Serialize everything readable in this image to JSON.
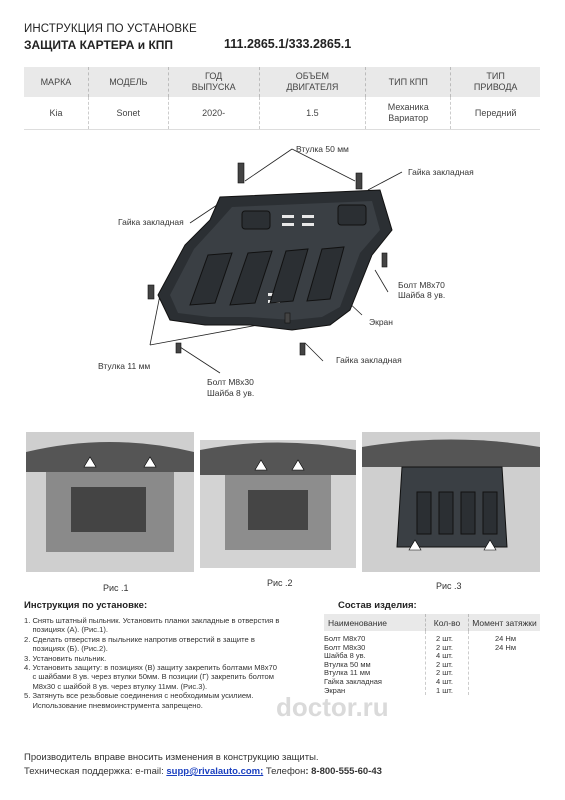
{
  "header": {
    "title_line1": "ИНСТРУКЦИЯ ПО УСТАНОВКЕ",
    "title_line2": "ЗАЩИТА КАРТЕРА и КПП",
    "part_number": "111.2865.1/333.2865.1"
  },
  "spec_table": {
    "headers": [
      "МАРКА",
      "МОДЕЛЬ",
      "ГОД ВЫПУСКА",
      "ОБЪЕМ ДВИГАТЕЛЯ",
      "ТИП КПП",
      "ТИП ПРИВОДА"
    ],
    "header_lines": [
      [
        "МАРКА"
      ],
      [
        "МОДЕЛЬ"
      ],
      [
        "ГОД",
        "ВЫПУСКА"
      ],
      [
        "ОБЪЕМ",
        "ДВИГАТЕЛЯ"
      ],
      [
        "ТИП КПП"
      ],
      [
        "ТИП",
        "ПРИВОДА"
      ]
    ],
    "row": [
      "Kia",
      "Sonet",
      "2020-",
      "1.5",
      "Механика Вариатор",
      "Передний"
    ],
    "row_lines": [
      [
        "Kia"
      ],
      [
        "Sonet"
      ],
      [
        "2020-"
      ],
      [
        "1.5"
      ],
      [
        "Механика",
        "Вариатор"
      ],
      [
        "Передний"
      ]
    ]
  },
  "diagram": {
    "callouts": {
      "vtulka50": "Втулка 50 мм",
      "gayka_top_right": "Гайка закладная",
      "gayka_left": "Гайка закладная",
      "bolt_m8x70": "Болт М8х70",
      "shayba_right": "Шайба 8 ув.",
      "ekran": "Экран",
      "vtulka11": "Втулка 11 мм",
      "gayka_bottom": "Гайка закладная",
      "bolt_m8x30": "Болт М8х30",
      "shayba_bottom": "Шайба 8 ув."
    }
  },
  "figures": {
    "fig1": "Рис .1",
    "fig2": "Рис .2",
    "fig3": "Рис .3"
  },
  "instructions": {
    "title": "Инструкция по установке:",
    "lines": [
      "1. Снять штатный пыльник. Установить планки закладные в отверстия в",
      "    позициях (А). (Рис.1).",
      "2. Сделать отверстия в пыльнике напротив отверстий в защите в",
      "    позициях (Б). (Рис.2).",
      "3. Установить пыльник.",
      "4. Установить защиту: в позициях (В) защиту закрепить болтами М8х70",
      "    с шайбами 8 ув. через втулки 50мм. В позиции (Г) закрепить болтом",
      "    М8х30 с шайбой 8 ув. через втулку 11мм. (Рис.3).",
      "5. Затянуть все резьбовые соединения с необходимым усилием.",
      "    Использование пневмоинструмента запрещено."
    ]
  },
  "parts": {
    "title": "Состав изделия:",
    "headers": [
      "Наименование",
      "Кол-во",
      "Момент затяжки"
    ],
    "names": [
      "Болт М8х70",
      "Болт М8х30",
      "Шайба 8 ув.",
      "Втулка 50 мм",
      "Втулка 11 мм",
      "Гайка закладная",
      "Экран"
    ],
    "qty": [
      "2 шт.",
      "2 шт.",
      "4 шт.",
      "2 шт.",
      "2 шт.",
      "4 шт.",
      "1 шт."
    ],
    "torque": [
      "24 Нм",
      "24 Нм",
      "",
      "",
      "",
      "",
      ""
    ]
  },
  "footer": {
    "line1": "Производитель вправе вносить изменения в конструкцию защиты.",
    "support_label": "Техническая поддержка:  e-mail: ",
    "email": "supp@rivalauto.com;",
    "phone_label": " Телефон",
    "phone": ": 8-800-555-60-43"
  },
  "watermark": "doctor.ru"
}
